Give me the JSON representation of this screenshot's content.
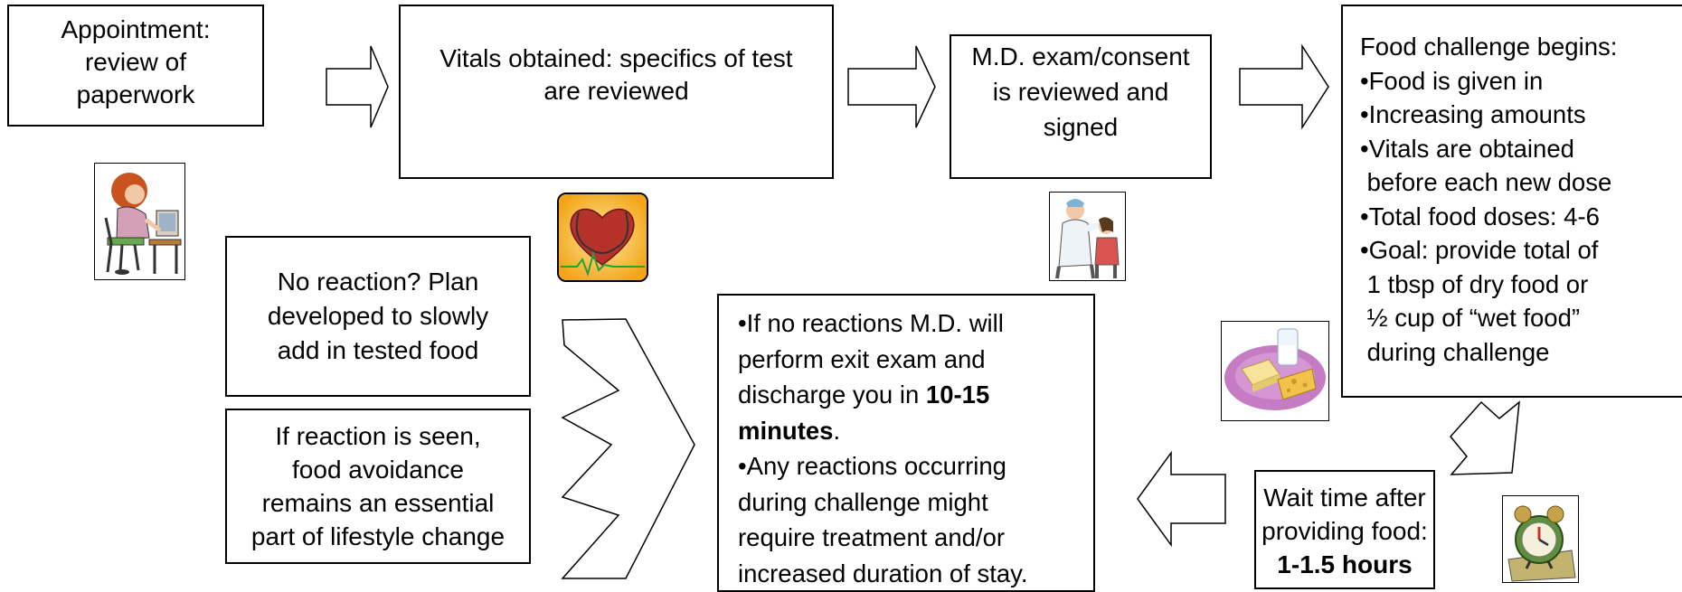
{
  "steps": {
    "appointment": {
      "lines": [
        "Appointment:",
        "review of",
        "paperwork"
      ]
    },
    "vitals": {
      "lines": [
        "Vitals obtained: specifics of test",
        "are reviewed"
      ]
    },
    "md_exam": {
      "lines": [
        "M.D. exam/consent",
        "is reviewed and",
        "signed"
      ]
    },
    "food_challenge": {
      "lines": [
        "Food challenge begins:",
        "•Food is given in",
        "•Increasing amounts",
        "•Vitals are obtained",
        " before each new dose",
        "•Total food doses: 4-6",
        "•Goal: provide total of",
        " 1 tbsp of dry food or",
        " ½ cup of “wet food”",
        " during challenge"
      ]
    },
    "wait_time": {
      "line1": "Wait time after",
      "line2": "providing food:",
      "bold": "1-1.5 hours"
    },
    "exit": {
      "l1": "•If no reactions M.D. will",
      "l2": "perform exit exam and",
      "l3_pre": "discharge you in ",
      "l3_bold": "10-15",
      "l4_bold": "minutes",
      "l4_post": ".",
      "l5": "•Any reactions occurring",
      "l6": "during challenge might",
      "l7": "require treatment and/or",
      "l8": "increased duration of stay."
    },
    "no_reaction": {
      "lines": [
        "No reaction? Plan",
        "developed to slowly",
        "add in tested food"
      ]
    },
    "reaction_seen": {
      "lines": [
        "If reaction is seen,",
        "food avoidance",
        "remains an essential",
        "part of lifestyle change"
      ]
    }
  },
  "icons": [
    "woman-at-computer-icon",
    "heart-stethoscope-icon",
    "doctor-child-exam-icon",
    "milk-cheese-plate-icon",
    "alarm-clock-icon",
    "arrow-icon"
  ],
  "colors": {
    "border": "#000000",
    "background": "#ffffff",
    "heart": "#b5322a",
    "icon_bg": "#f2a516"
  }
}
